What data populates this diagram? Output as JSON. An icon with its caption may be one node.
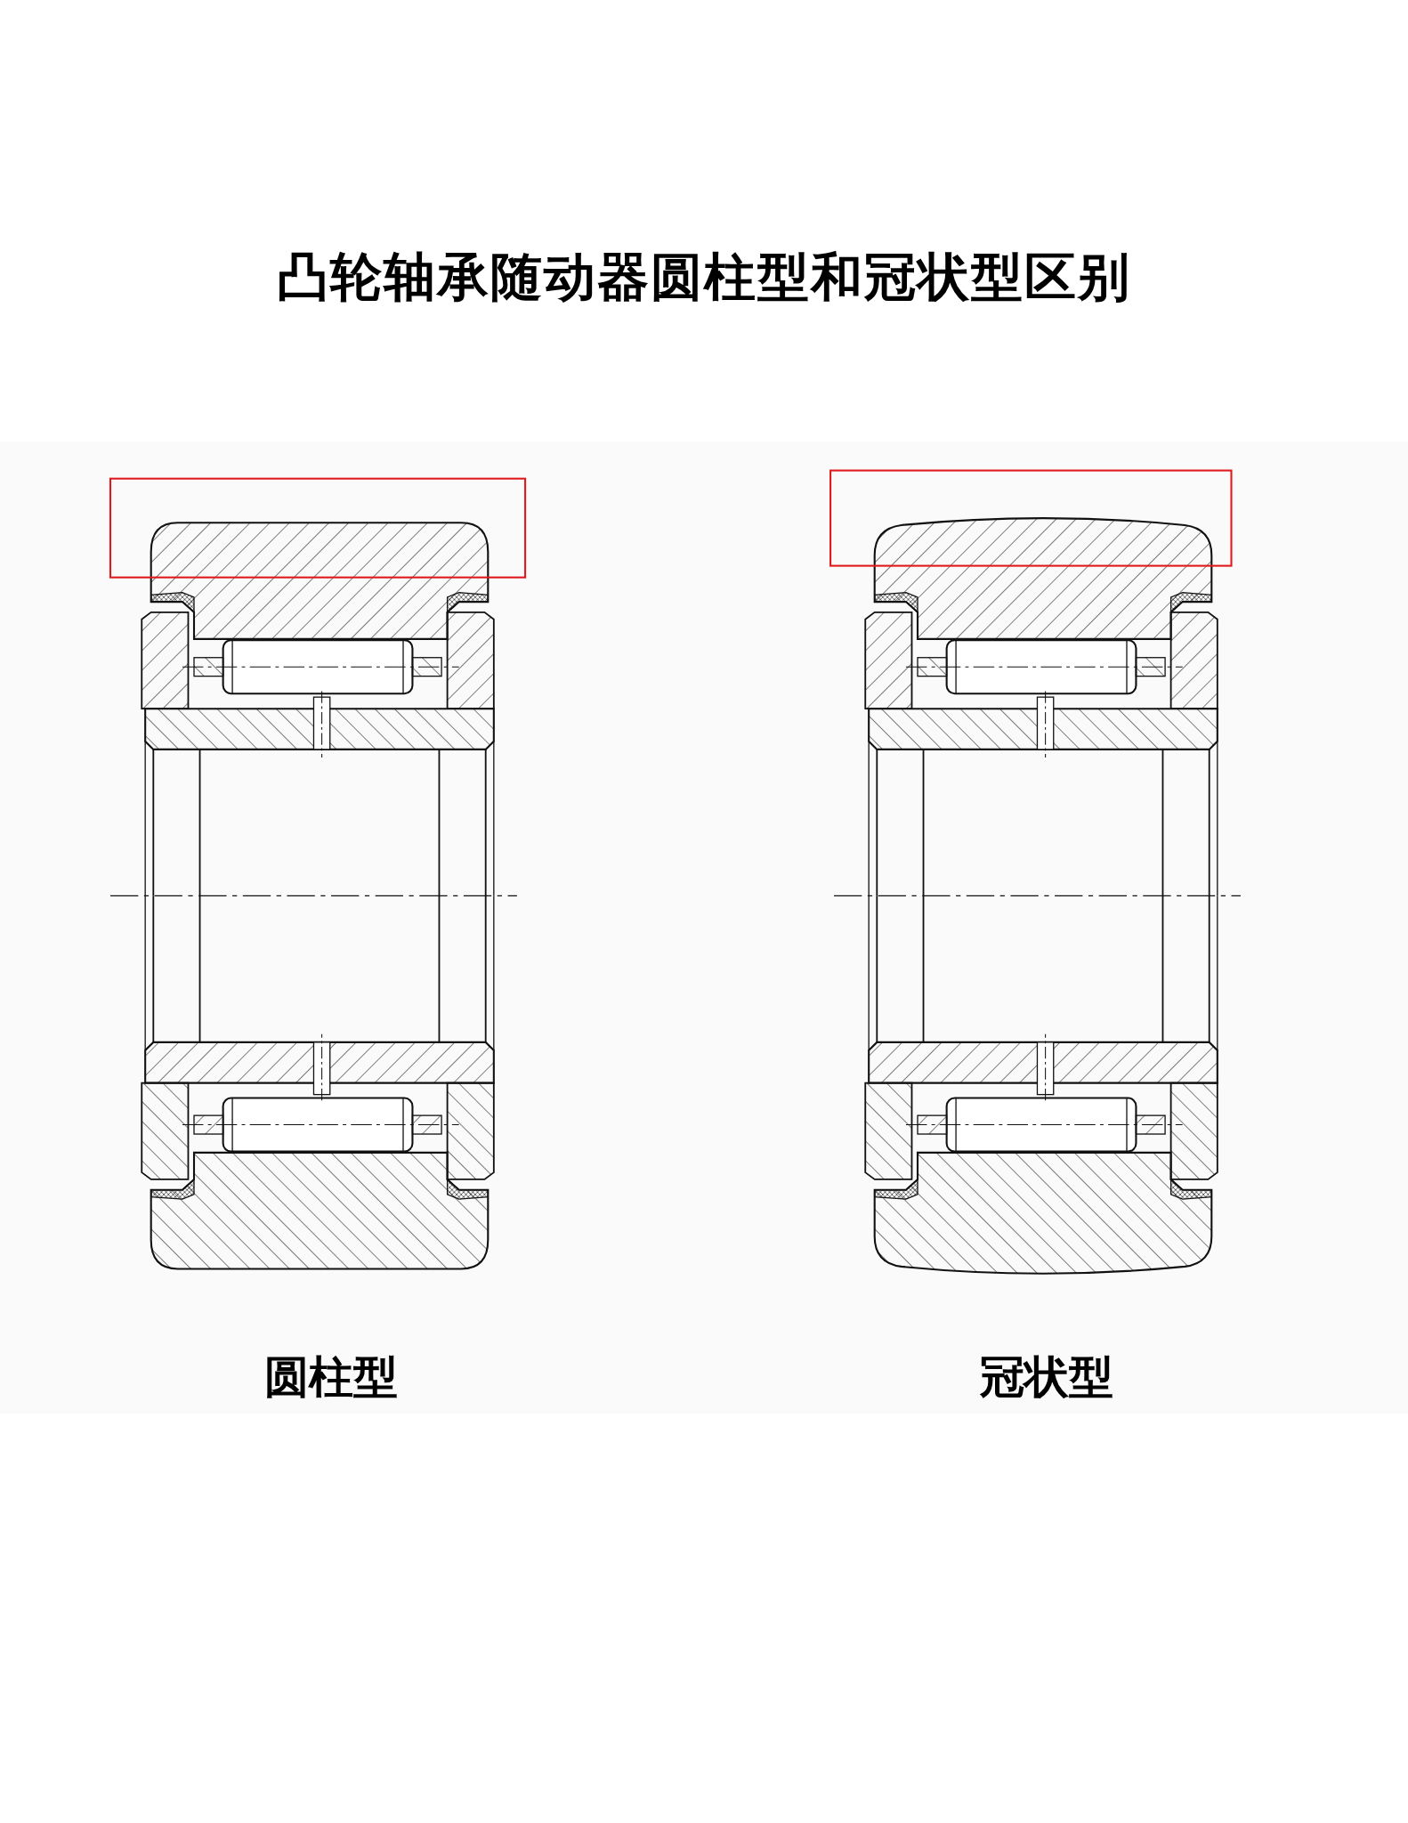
{
  "diagram": {
    "title": "凸轮轴承随动器圆柱型和冠状型区别",
    "labels": [
      "圆柱型",
      "冠状型"
    ]
  }
}
